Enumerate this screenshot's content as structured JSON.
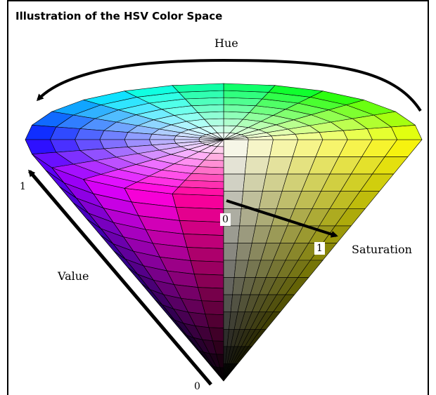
{
  "title": "Illustration of the HSV Color Space",
  "labels": {
    "hue": "Hue",
    "value": "Value",
    "saturation": "Saturation",
    "value_top": "1",
    "value_bottom": "0",
    "saturation_start": "0",
    "saturation_end": "1"
  },
  "colors": {
    "background": "#ffffff",
    "frame": "#000000",
    "arrow": "#000000"
  }
}
